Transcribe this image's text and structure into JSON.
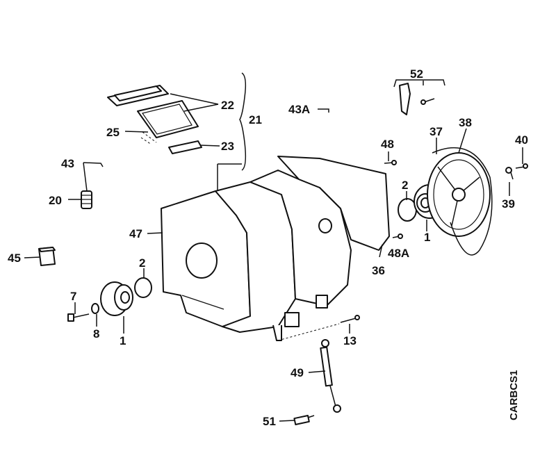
{
  "diagram": {
    "code": "CARBCS1",
    "callouts": {
      "c52": "52",
      "c22": "22",
      "c21": "21",
      "c43a": "43A",
      "c48": "48",
      "c37": "37",
      "c38": "38",
      "c40": "40",
      "c25": "25",
      "c23": "23",
      "c43": "43",
      "c20": "20",
      "c2a": "2",
      "c39": "39",
      "c47": "47",
      "c1a": "1",
      "c48a": "48A",
      "c45": "45",
      "c2b": "2",
      "c36": "36",
      "c7": "7",
      "c8": "8",
      "c1b": "1",
      "c13": "13",
      "c49": "49",
      "c51": "51"
    }
  }
}
